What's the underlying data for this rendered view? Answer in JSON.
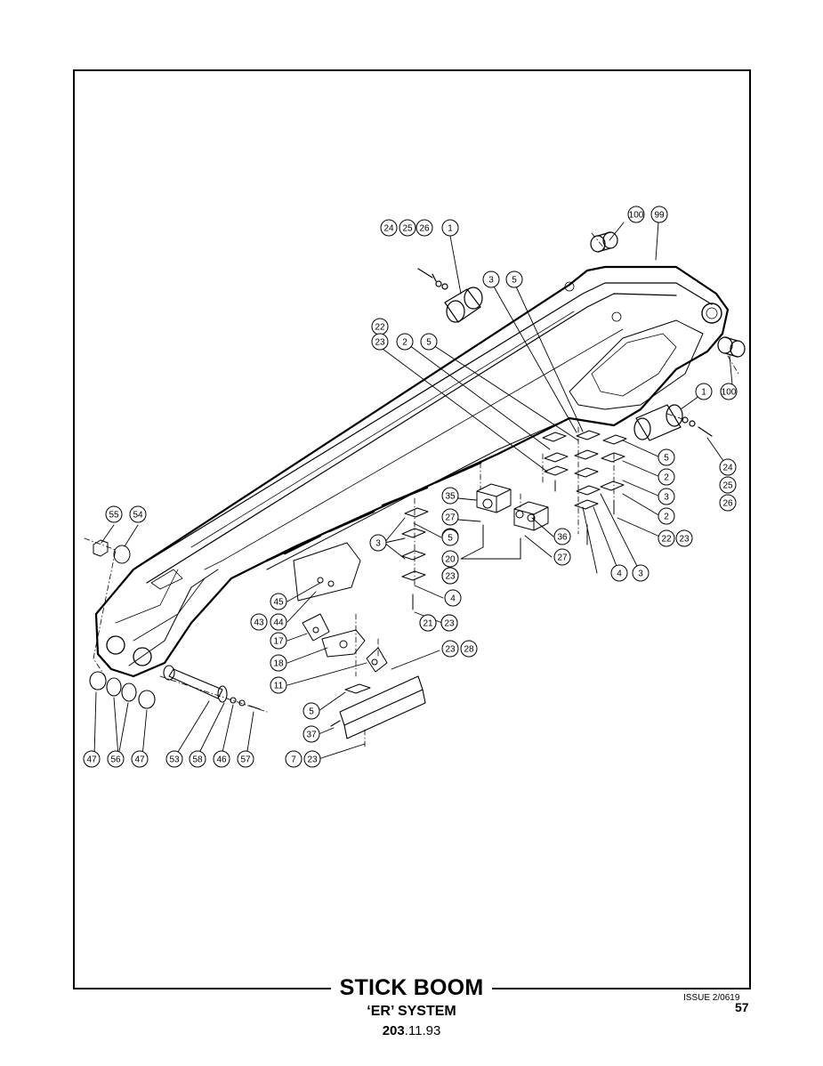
{
  "title": "STICK BOOM",
  "subtitle": "‘ER’ SYSTEM",
  "code_prefix": "203",
  "code_suffix": ".11.93",
  "issue": "ISSUE 2/0619",
  "page_number": "57",
  "callouts": [
    "100",
    "99",
    "24",
    "25",
    "26",
    "1",
    "3",
    "5",
    "22",
    "23",
    "2",
    "5",
    "100",
    "1",
    "5",
    "2",
    "3",
    "2",
    "22",
    "23",
    "24",
    "25",
    "26",
    "35",
    "27",
    "23",
    "36",
    "27",
    "20",
    "23",
    "5",
    "3",
    "23",
    "4",
    "21",
    "23",
    "4",
    "3",
    "55",
    "54",
    "45",
    "43",
    "44",
    "21",
    "23",
    "17",
    "18",
    "23",
    "28",
    "11",
    "5",
    "37",
    "7",
    "23",
    "47",
    "56",
    "47",
    "53",
    "58",
    "46",
    "57"
  ]
}
